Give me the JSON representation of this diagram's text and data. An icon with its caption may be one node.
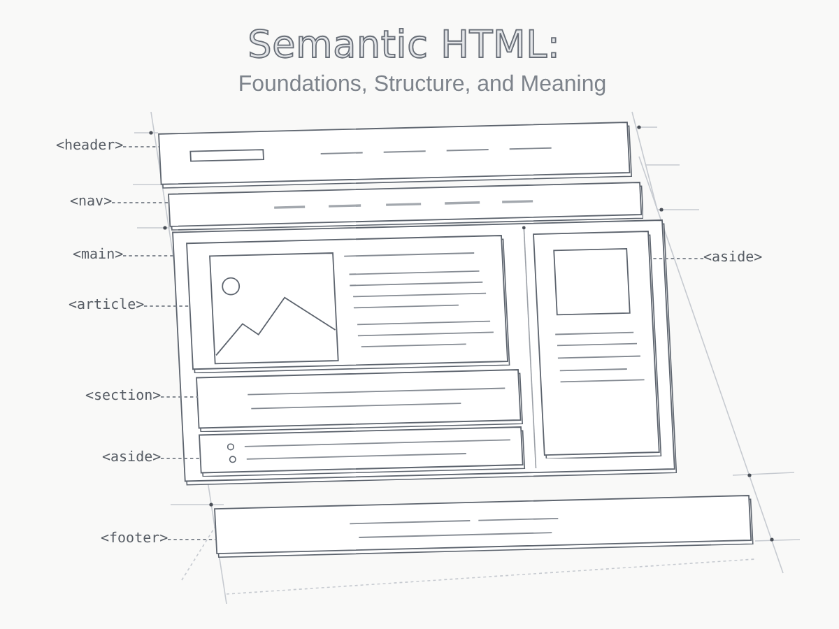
{
  "diagram": {
    "title": "Semantic HTML:",
    "nodes": [
      {
        "text": [
          "<header>"
        ]
      },
      {
        "text": [],
        "shape": "box"
      },
      {
        "text": [
          "<nav>"
        ]
      },
      {
        "text": [],
        "shape": "box"
      },
      {
        "text": [
          "<main>"
        ]
      },
      {
        "text": [],
        "shape": "box"
      },
      {
        "text": [
          "<aside>"
        ]
      },
      {
        "text": [],
        "shape": "box",
        "in": 5
      },
      {
        "text": [
          "<article>"
        ]
      },
      {
        "text": [],
        "shape": "box",
        "in": 5
      },
      {
        "text": [
          "<section>"
        ]
      },
      {
        "text": [],
        "shape": "box",
        "in": 5
      },
      {
        "text": [
          "<aside>"
        ]
      },
      {
        "text": [],
        "shape": "box",
        "in": 5
      },
      {
        "text": [
          "<footer>"
        ]
      },
      {
        "text": [],
        "shape": "box"
      }
    ],
    "edges": [
      {
        "from": 0,
        "to": 1,
        "arrow": "none",
        "style": "dashed"
      },
      {
        "from": 2,
        "to": 3,
        "arrow": "none",
        "style": "dashed"
      },
      {
        "from": 4,
        "to": 5,
        "arrow": "none",
        "style": "dashed"
      },
      {
        "from": 6,
        "to": 7,
        "arrow": "none",
        "style": "dashed"
      },
      {
        "from": 8,
        "to": 9,
        "arrow": "none",
        "style": "dashed"
      },
      {
        "from": 10,
        "to": 11,
        "arrow": "none",
        "style": "dashed"
      },
      {
        "from": 12,
        "to": 13,
        "arrow": "none",
        "style": "dashed"
      },
      {
        "from": 14,
        "to": 15,
        "arrow": "none",
        "style": "dashed"
      }
    ],
    "labels": [
      "Foundations, Structure, and Meaning"
    ]
  }
}
